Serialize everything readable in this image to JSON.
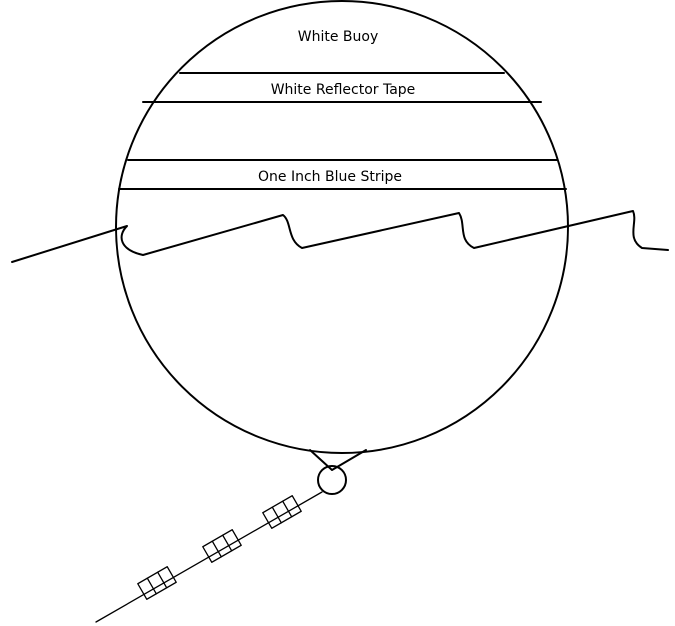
{
  "labels": {
    "buoy": "White Buoy",
    "reflector_tape": "White Reflector Tape",
    "blue_stripe": "One Inch Blue Stripe"
  }
}
